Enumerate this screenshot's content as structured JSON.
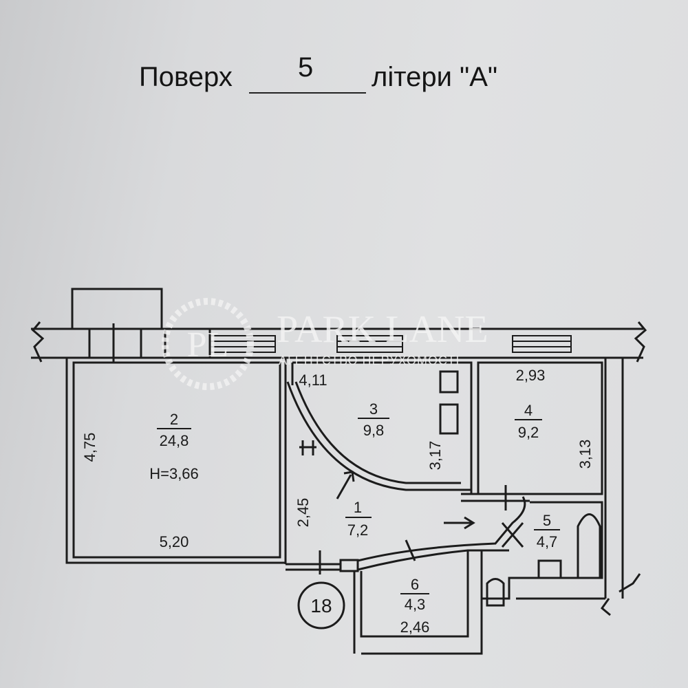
{
  "header": {
    "floor_label": "Поверх",
    "floor_number": "5",
    "letter_label": "літери \"А\""
  },
  "rooms": [
    {
      "number": "1",
      "area": "7,2"
    },
    {
      "number": "2",
      "area": "24,8",
      "height": "H=3,66"
    },
    {
      "number": "3",
      "area": "9,8"
    },
    {
      "number": "4",
      "area": "9,2"
    },
    {
      "number": "5",
      "area": "4,7"
    },
    {
      "number": "6",
      "area": "4,3"
    }
  ],
  "dimensions": {
    "room2_width": "5,20",
    "room2_depth": "4,75",
    "room3_width": "4,11",
    "room3_depth": "3,17",
    "room4_width": "2,93",
    "room4_depth": "3,13",
    "hall_depth": "2,45",
    "room6_width": "2,46"
  },
  "apartment_number": "18",
  "watermark": {
    "brand": "PARK LANE",
    "monogram": "PL",
    "subtitle": "АГЕНТСТВО НЕРУХОМОСТІ"
  }
}
